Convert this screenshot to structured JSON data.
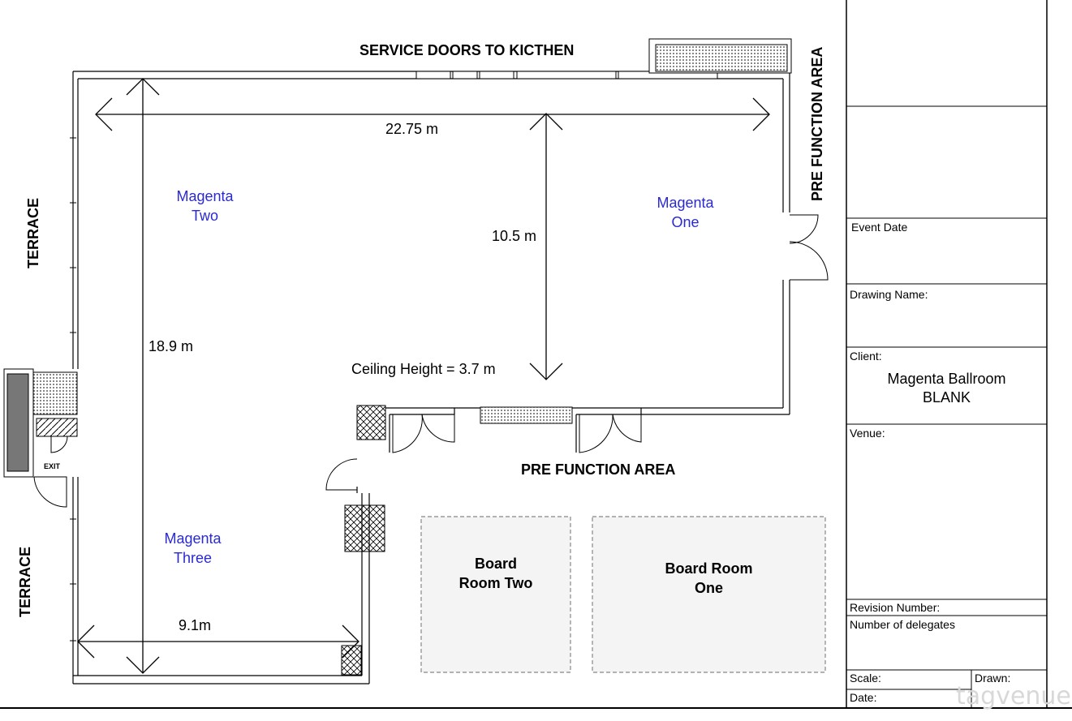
{
  "labels": {
    "service_doors": "SERVICE DOORS TO KICTHEN",
    "pre_function_right": "PRE FUNCTION AREA",
    "pre_function_bottom": "PRE FUNCTION AREA",
    "terrace_top": "TERRACE",
    "terrace_bottom": "TERRACE",
    "exit": "EXIT"
  },
  "rooms": {
    "magenta_two": [
      "Magenta",
      "Two"
    ],
    "magenta_one": [
      "Magenta",
      "One"
    ],
    "magenta_three": [
      "Magenta",
      "Three"
    ],
    "board_two": [
      "Board",
      "Room Two"
    ],
    "board_one": [
      "Board Room",
      "One"
    ]
  },
  "dimensions": {
    "width_main": "22.75 m",
    "depth_main": "10.5 m",
    "length_west": "18.9 m",
    "width_three": "9.1m",
    "ceiling": "Ceiling Height = 3.7 m"
  },
  "title_block": {
    "event_date": "Event Date",
    "drawing_name": "Drawing Name:",
    "client_label": "Client:",
    "client_value_1": "Magenta Ballroom",
    "client_value_2": "BLANK",
    "venue_label": "Venue:",
    "revision_number": "Revision Number:",
    "delegates": "Number of delegates",
    "scale": "Scale:",
    "drawn": "Drawn:",
    "date": "Date:"
  },
  "watermark": "tagvenue",
  "colors": {
    "room_label": "#2a2ad0",
    "line": "#000000",
    "dashed": "#888888"
  }
}
